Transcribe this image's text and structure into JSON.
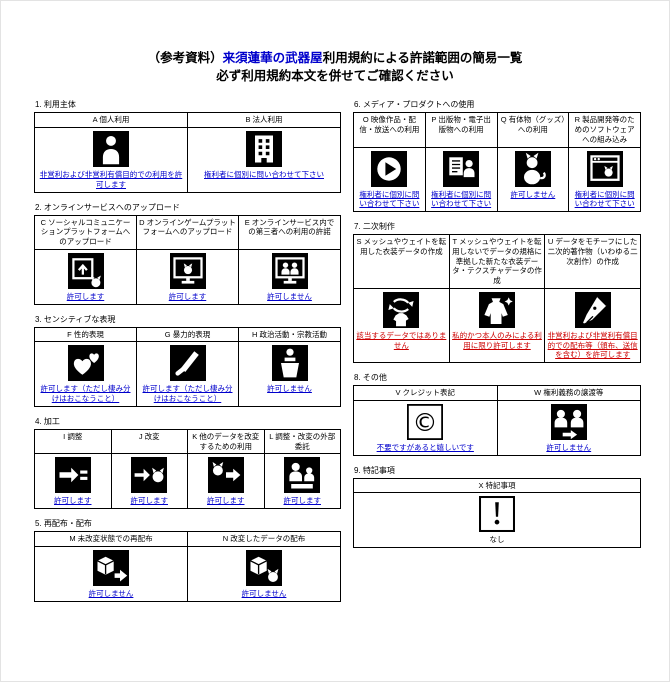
{
  "title": {
    "prefix": "（参考資料）",
    "shop_name": "来須蓮華の武器屋",
    "suffix": "利用規約による許諾範囲の簡易一覧",
    "subtitle": "必ず利用規約本文を併せてご確認ください"
  },
  "colors": {
    "title_link": "#0000cc",
    "result_link_blue": "#0000cc",
    "result_link_red": "#cc0000"
  },
  "sections": [
    {
      "heading": "1. 利用主体",
      "items": [
        {
          "code": "A",
          "label": "A 個人利用",
          "icon": "person-icon",
          "result": "非営利および非営利有償目的での利用を許可します",
          "result_style": "link-blue"
        },
        {
          "code": "B",
          "label": "B 法人利用",
          "icon": "building-icon",
          "result": "権利者に個別に問い合わせて下さい",
          "result_style": "link-blue"
        }
      ]
    },
    {
      "heading": "2. オンラインサービスへのアップロード",
      "items": [
        {
          "code": "C",
          "label": "C ソーシャルコミュニケーションプラットフォームへのアップロード",
          "icon": "upload-box-cat-icon",
          "result": "許可します",
          "result_style": "link-blue"
        },
        {
          "code": "D",
          "label": "D オンラインゲームプラットフォームへのアップロード",
          "icon": "monitor-cat-icon",
          "result": "許可します",
          "result_style": "link-blue"
        },
        {
          "code": "E",
          "label": "E オンラインサービス内での第三者への利用の許諾",
          "icon": "monitor-users-icon",
          "result": "許可しません",
          "result_style": "link-blue"
        }
      ]
    },
    {
      "heading": "3. センシティブな表現",
      "items": [
        {
          "code": "F",
          "label": "F 性的表現",
          "icon": "hearts-icon",
          "result": "許可します（ただし棲み分けはおこなうこと）",
          "result_style": "link-blue"
        },
        {
          "code": "G",
          "label": "G 暴力的表現",
          "icon": "knife-icon",
          "result": "許可します（ただし棲み分けはおこなうこと）",
          "result_style": "link-blue"
        },
        {
          "code": "H",
          "label": "H 政治活動・宗教活動",
          "icon": "podium-speech-icon",
          "result": "許可しません",
          "result_style": "link-blue"
        }
      ]
    },
    {
      "heading": "4. 加工",
      "items": [
        {
          "code": "I",
          "label": "I 調整",
          "icon": "adjust-arrow-icon",
          "result": "許可します",
          "result_style": "link-blue"
        },
        {
          "code": "J",
          "label": "J 改変",
          "icon": "modify-arrow-cat-icon",
          "result": "許可します",
          "result_style": "link-blue"
        },
        {
          "code": "K",
          "label": "K 他のデータを改変するための利用",
          "icon": "cat-arrow-icon",
          "result": "許可します",
          "result_style": "link-blue"
        },
        {
          "code": "L",
          "label": "L 調整・改変の外部委託",
          "icon": "two-people-icon",
          "result": "許可します",
          "result_style": "link-blue"
        }
      ]
    },
    {
      "heading": "5. 再配布・配布",
      "items": [
        {
          "code": "M",
          "label": "M 未改変状態での再配布",
          "icon": "package-arrow-icon",
          "result": "許可しません",
          "result_style": "link-blue"
        },
        {
          "code": "N",
          "label": "N 改変したデータの配布",
          "icon": "package-cat-icon",
          "result": "許可しません",
          "result_style": "link-blue"
        }
      ]
    },
    {
      "heading": "6. メディア・プロダクトへの使用",
      "items": [
        {
          "code": "O",
          "label": "O 映像作品・配信・放送への利用",
          "icon": "play-button-icon",
          "result": "権利者に個別に問い合わせて下さい",
          "result_style": "link-blue"
        },
        {
          "code": "P",
          "label": "P 出版物・電子出版物への利用",
          "icon": "document-person-icon",
          "result": "権利者に個別に問い合わせて下さい",
          "result_style": "link-blue"
        },
        {
          "code": "Q",
          "label": "Q 有体物（グッズ）への利用",
          "icon": "cat-figure-icon",
          "result": "許可しません",
          "result_style": "link-blue"
        },
        {
          "code": "R",
          "label": "R 製品開発等のためのソフトウェアへの組み込み",
          "icon": "app-window-cat-icon",
          "result": "権利者に個別に問い合わせて下さい",
          "result_style": "link-blue"
        }
      ]
    },
    {
      "heading": "7. 二次制作",
      "items": [
        {
          "code": "S",
          "label": "S メッシュやウェイトを転用した衣装データの作成",
          "icon": "recycle-shirt-icon",
          "result": "該当するデータではありません",
          "result_style": "link-red"
        },
        {
          "code": "T",
          "label": "T メッシュやウェイトを転用しないでデータの規格に準拠した新たな衣装データ・テクスチャデータの作成",
          "icon": "shirt-sparkle-icon",
          "result": "私的かつ本人のみによる利用に限り許可します",
          "result_style": "link-red"
        },
        {
          "code": "U",
          "label": "U データをモチーフにした二次的著作物（いわゆる二次創作）の作成",
          "icon": "pen-icon",
          "result": "非営利および非営利有償目的での配布等（頒布、送信を含む）を許可します",
          "result_style": "link-red"
        }
      ]
    },
    {
      "heading": "8. その他",
      "items": [
        {
          "code": "V",
          "label": "V クレジット表記",
          "icon": "copyright-icon",
          "result": "不要ですがあると嬉しいです",
          "result_style": "link-blue"
        },
        {
          "code": "W",
          "label": "W 権利義務の譲渡等",
          "icon": "people-transfer-icon",
          "result": "許可しません",
          "result_style": "link-blue"
        }
      ]
    },
    {
      "heading": "9. 特記事項",
      "items": [
        {
          "code": "X",
          "label": "X 特記事項",
          "icon": "exclamation-icon",
          "result": "なし",
          "result_style": "plain"
        }
      ]
    }
  ]
}
